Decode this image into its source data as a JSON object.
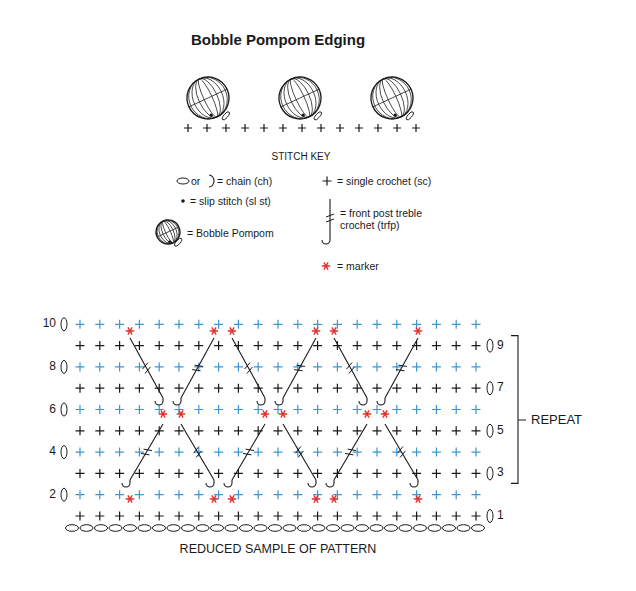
{
  "diagram": {
    "title": "Bobble Pompom Edging",
    "caption": "REDUCED SAMPLE OF PATTERN",
    "labels": [
      "STITCH KEY",
      "or",
      "10",
      "8",
      "6",
      "4",
      "2",
      "9",
      "7",
      "5",
      "3",
      "1",
      "REPEAT"
    ],
    "legend": [
      {
        "text": "= chain (ch)"
      },
      {
        "text": "= single crochet (sc)"
      },
      {
        "text": "= slip stitch (sl st)"
      },
      {
        "text": "= front post treble crochet (trfp)"
      },
      {
        "text": "= Bobble Pompom"
      },
      {
        "text": "= marker"
      }
    ]
  }
}
